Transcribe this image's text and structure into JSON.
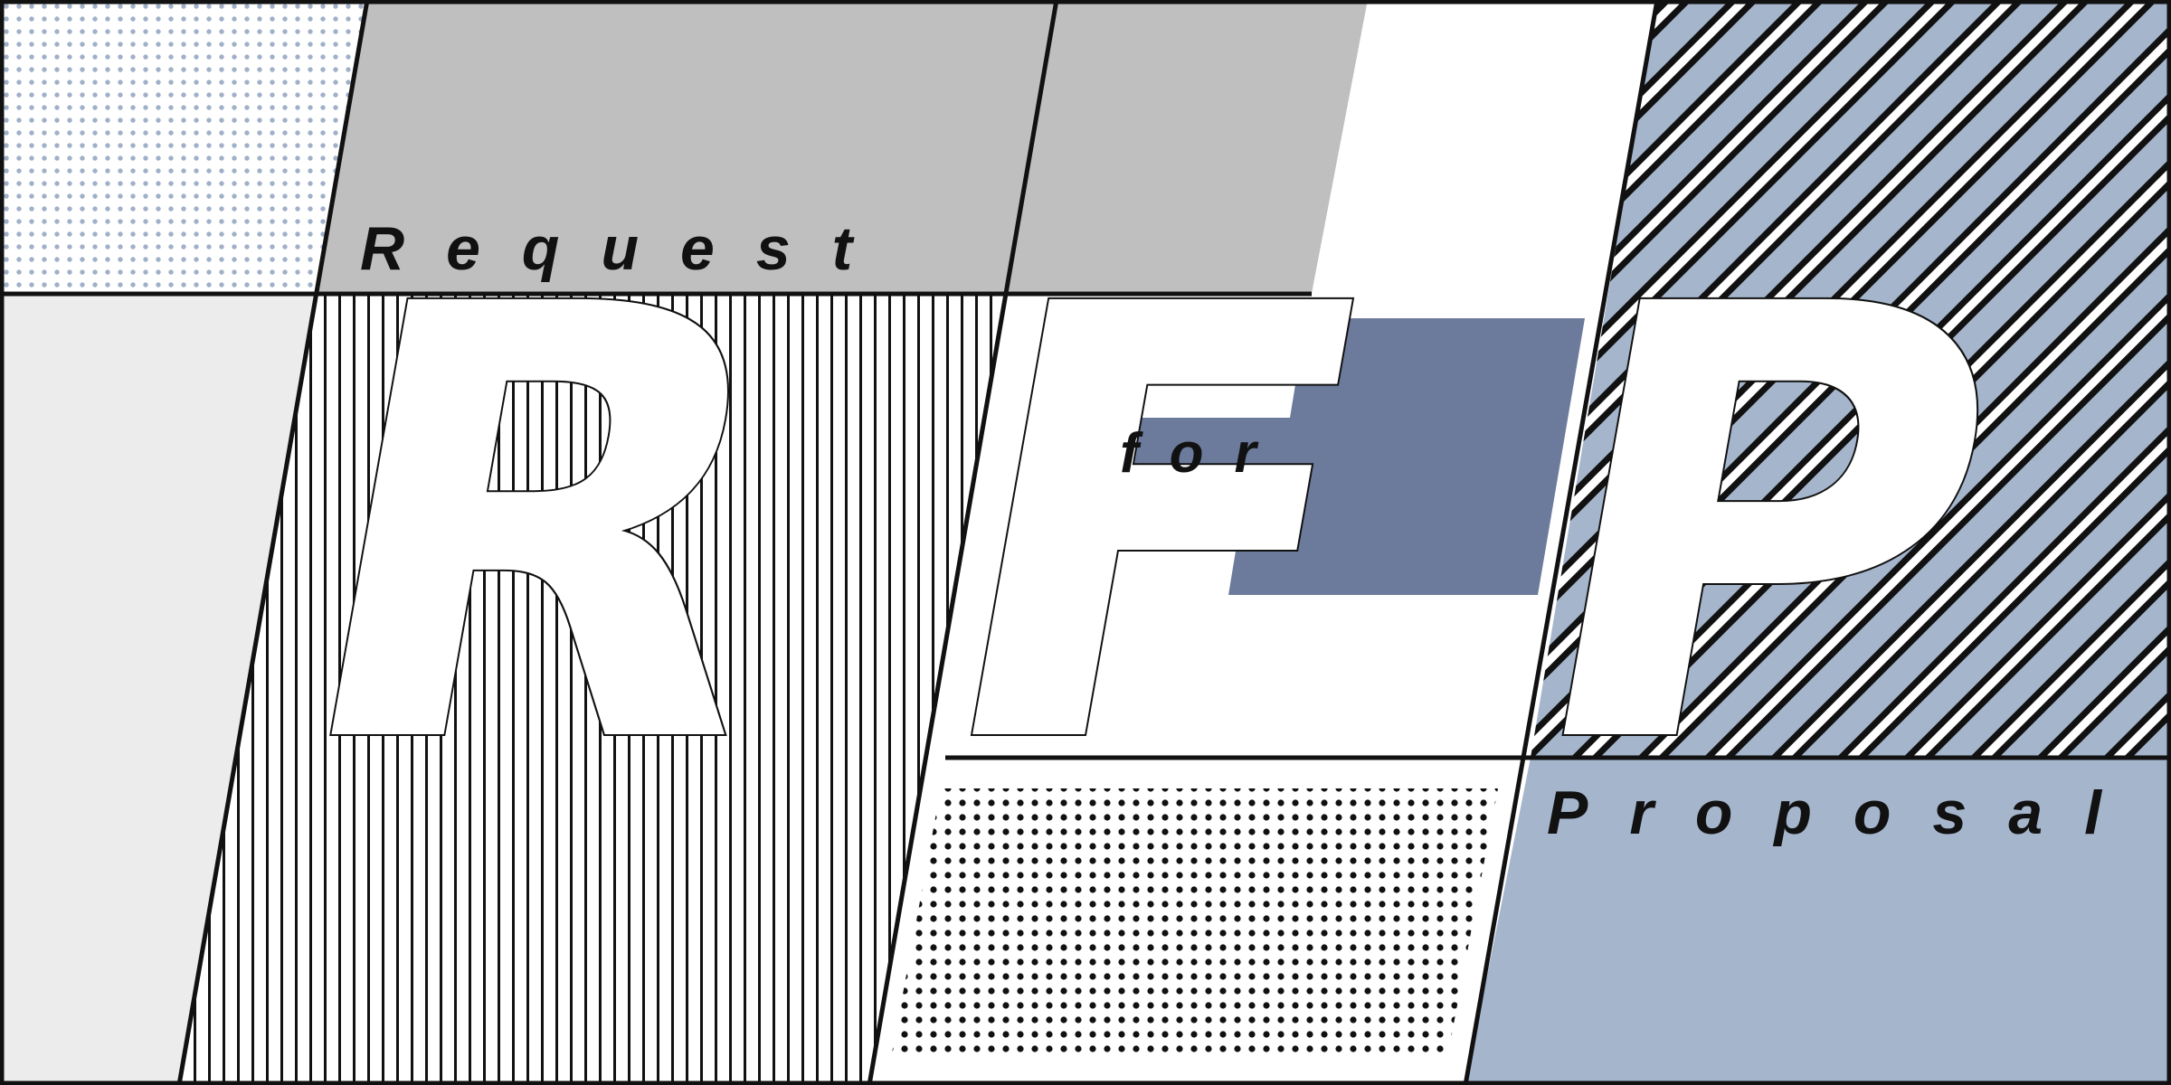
{
  "letters": {
    "first": "R",
    "second": "F",
    "third": "P"
  },
  "words": {
    "first": "Request",
    "second": "for",
    "third": "Proposal"
  },
  "colors": {
    "outline": "#111111",
    "gray": "#bfbfbf",
    "light_gray": "#ececec",
    "slate_blue": "#6c7b9c",
    "powder_blue": "#a4b5cc",
    "dot_blue": "#9fb0c8",
    "white": "#ffffff"
  }
}
